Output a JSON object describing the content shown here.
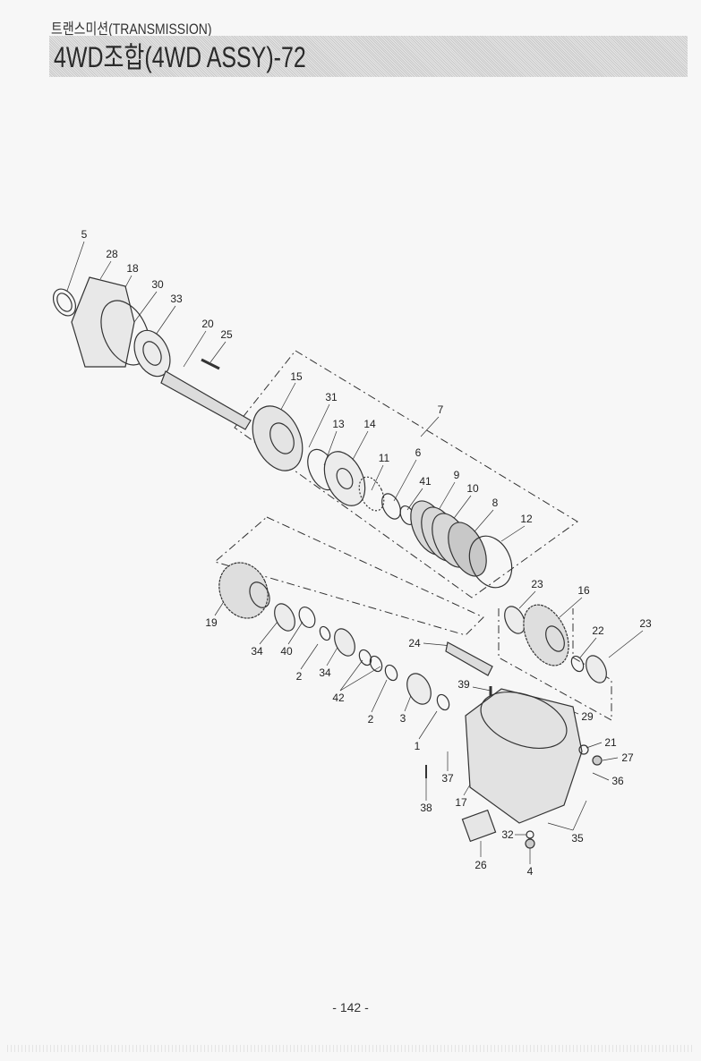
{
  "header": {
    "section": "트랜스미션(TRANSMISSION)",
    "title": "4WD조합(4WD ASSY)-72"
  },
  "callouts": [
    "5",
    "28",
    "18",
    "30",
    "33",
    "20",
    "25",
    "15",
    "31",
    "13",
    "14",
    "7",
    "11",
    "6",
    "41",
    "9",
    "10",
    "8",
    "12",
    "23",
    "16",
    "22",
    "23",
    "19",
    "34",
    "40",
    "2",
    "34",
    "42",
    "24",
    "39",
    "2",
    "3",
    "1",
    "29",
    "21",
    "27",
    "36",
    "37",
    "17",
    "38",
    "32",
    "35",
    "26",
    "4"
  ],
  "page_number": "- 142 -"
}
